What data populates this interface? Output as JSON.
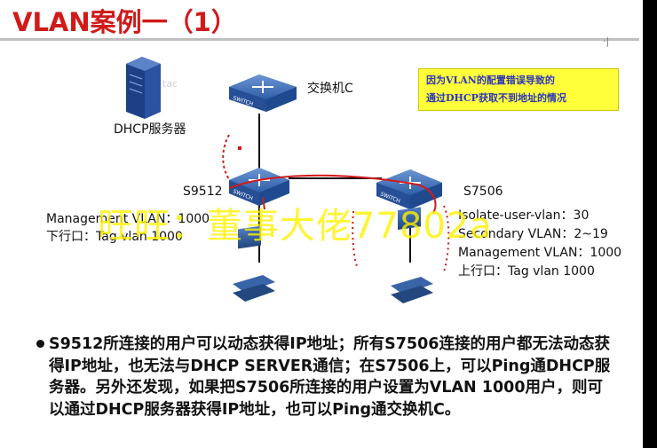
{
  "title": "VLAN案例一（1）",
  "note": {
    "line1": "因为VLAN的配置错误导致的",
    "line2": "通过DHCP获取不到地址的情况"
  },
  "labels": {
    "switch_c": "交换机C",
    "dhcp_server": "DHCP服务器",
    "s9512": "S9512",
    "s7506": "S7506",
    "s9512_mgmt": "Management VLAN：1000",
    "s9512_downlink": "下行口：Tag vlan 1000",
    "s7506_isolate": "Isolate-user-vlan：30",
    "s7506_secondary": "Secondary VLAN：2~19",
    "s7506_mgmt": "Management VLAN：1000",
    "s7506_uplink": "上行口：Tag vlan 1000",
    "switch_brand": "SWITCH",
    "server_tag": "tac"
  },
  "watermark": "旺旺：董事大佬77802a",
  "body_text": "S9512所连接的用户可以动态获得IP地址；所有S7506连接的用户都无法动态获得IP地址，也无法与DHCP SERVER通信；在S7506上，可以Ping通DHCP服务器。另外还发现，如果把S7506所连接的用户设置为VLAN 1000用户，则可以通过DHCP服务器获得IP地址，也可以Ping通交换机C。",
  "colors": {
    "title": "#d11a1a",
    "note_bg": "#ffff3a",
    "note_text": "#2d36b8",
    "switch_blue": "#2f5fa7",
    "annotation_red": "#d11a1a",
    "watermark": "#fff200"
  },
  "icons": [
    "server-icon",
    "switch-icon",
    "pc-icon"
  ]
}
